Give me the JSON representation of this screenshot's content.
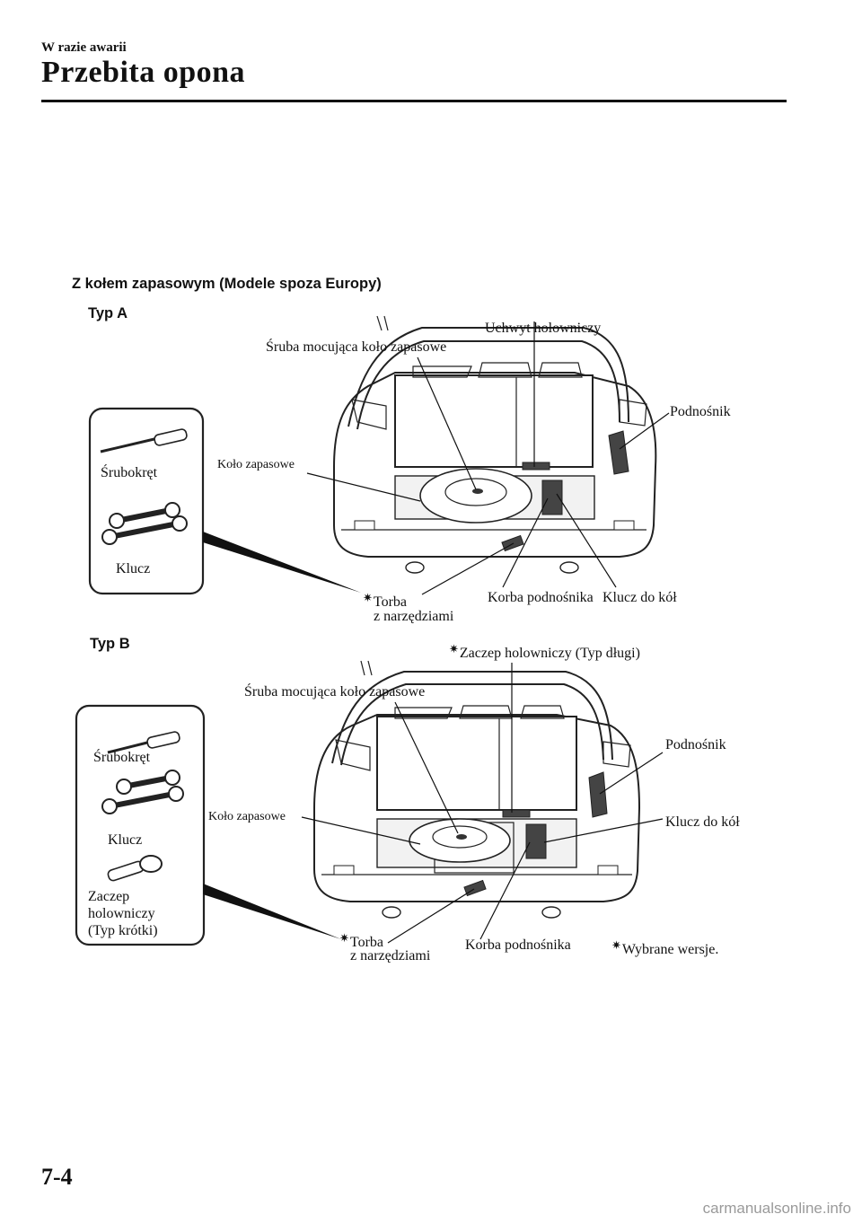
{
  "header": {
    "section": "W razie awarii",
    "title": "Przebita opona"
  },
  "figure": {
    "heading": "Z kołem zapasowym (Modele spoza Europy)",
    "type_a": {
      "label": "Typ A",
      "tool_box": {
        "screwdriver": "Śrubokręt",
        "wrench": "Klucz"
      },
      "callouts": {
        "towing_hook": "Uchwyt holowniczy",
        "spare_bolt": "Śruba mocująca koło zapasowe",
        "jack": "Podnośnik",
        "spare_wheel": "Koło zapasowe",
        "tool_bag_line1": "Torba",
        "tool_bag_line2": "z narzędziami",
        "jack_handle": "Korba podnośnika",
        "lug_wrench": "Klucz do kół"
      }
    },
    "type_b": {
      "label": "Typ B",
      "tool_box": {
        "screwdriver": "Śrubokręt",
        "wrench": "Klucz",
        "tow_hook_short_line1": "Zaczep",
        "tow_hook_short_line2": "holowniczy",
        "tow_hook_short_line3": "(Typ krótki)"
      },
      "callouts": {
        "tow_hook_long": "Zaczep holowniczy (Typ długi)",
        "spare_bolt": "Śruba mocująca koło zapasowe",
        "jack": "Podnośnik",
        "spare_wheel": "Koło zapasowe",
        "lug_wrench": "Klucz do kół",
        "tool_bag_line1": "Torba",
        "tool_bag_line2": "z narzędziami",
        "jack_handle": "Korba podnośnika",
        "note": "Wybrane wersje."
      }
    },
    "marker_symbol": "✷"
  },
  "page": {
    "number": "7-4",
    "footer": "carmanualsonline.info"
  }
}
